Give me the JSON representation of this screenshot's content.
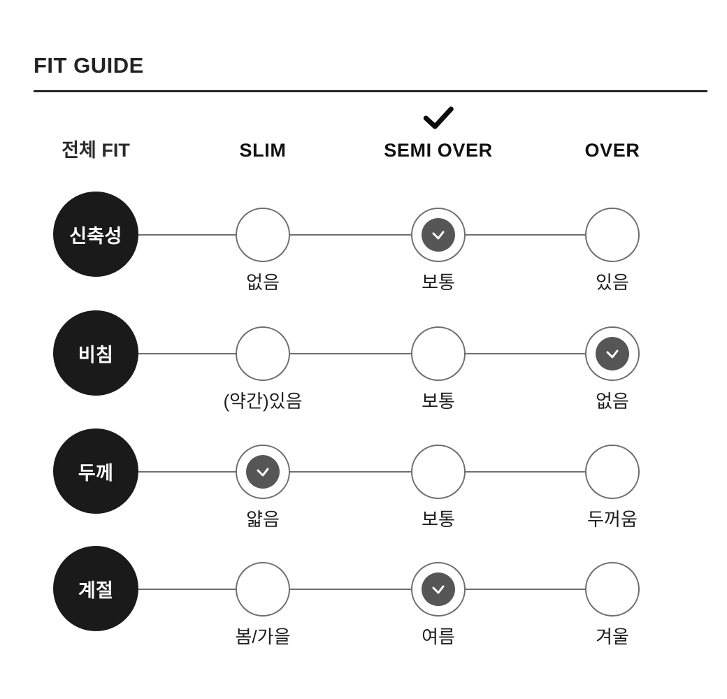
{
  "title": "FIT GUIDE",
  "header": {
    "label_column": "전체 FIT",
    "columns": [
      {
        "label": "SLIM",
        "checked": false
      },
      {
        "label": "SEMI OVER",
        "checked": true
      },
      {
        "label": "OVER",
        "checked": false
      }
    ]
  },
  "rows": [
    {
      "label": "신축성",
      "options": [
        {
          "caption": "없음",
          "selected": false
        },
        {
          "caption": "보통",
          "selected": true
        },
        {
          "caption": "있음",
          "selected": false
        }
      ]
    },
    {
      "label": "비침",
      "options": [
        {
          "caption": "(약간)있음",
          "selected": false
        },
        {
          "caption": "보통",
          "selected": false
        },
        {
          "caption": "없음",
          "selected": true
        }
      ]
    },
    {
      "label": "두께",
      "options": [
        {
          "caption": "얇음",
          "selected": true
        },
        {
          "caption": "보통",
          "selected": false
        },
        {
          "caption": "두꺼움",
          "selected": false
        }
      ]
    },
    {
      "label": "계절",
      "options": [
        {
          "caption": "봄/가을",
          "selected": false
        },
        {
          "caption": "여름",
          "selected": true
        },
        {
          "caption": "겨울",
          "selected": false
        }
      ]
    }
  ],
  "colors": {
    "label_circle": "#1a1a1a",
    "selected_fill": "#565656",
    "track": "#6e6e6e",
    "rule": "#262626",
    "text": "#1d1d1d"
  },
  "icons": {
    "header_check": "check-icon",
    "selected_check": "check-circle-icon"
  }
}
